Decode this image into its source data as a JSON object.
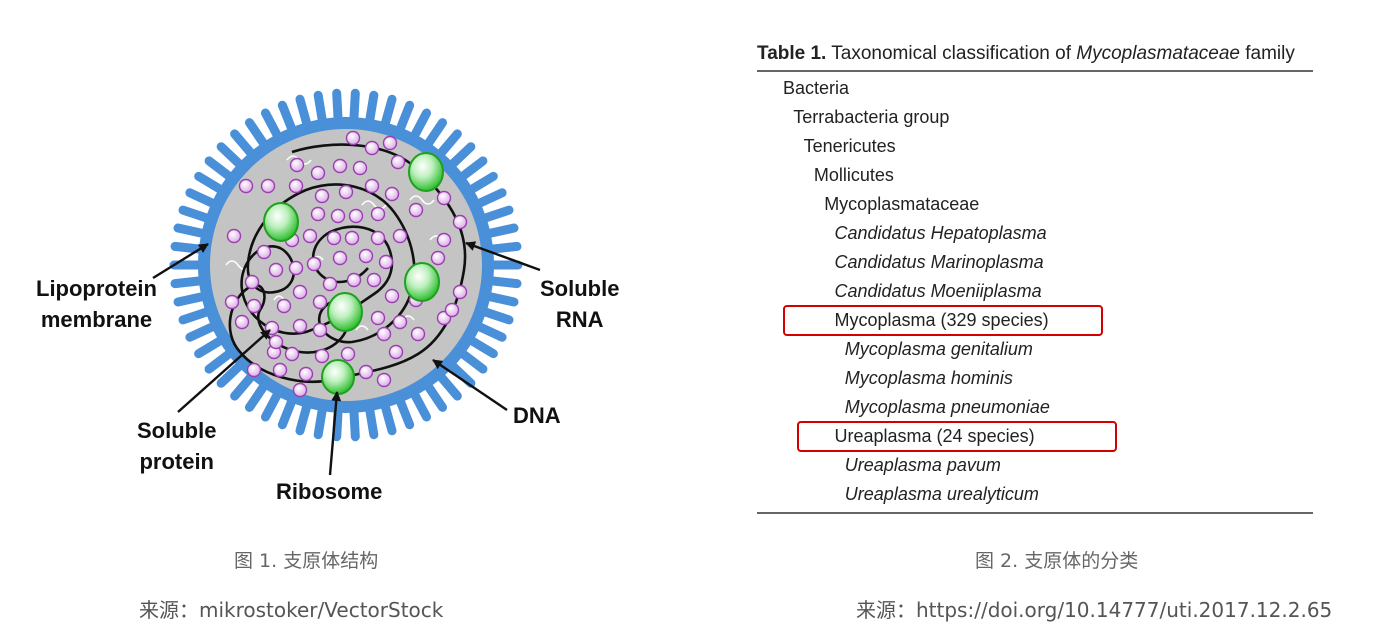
{
  "figure1": {
    "labels": {
      "membrane": [
        "Lipoprotein",
        "membrane"
      ],
      "rna": [
        "Soluble",
        "RNA"
      ],
      "protein": [
        "Soluble",
        "protein"
      ],
      "ribosome": "Ribosome",
      "dna": "DNA"
    },
    "caption": "图 1. 支原体结构",
    "source": "来源：mikrostoker/VectorStock",
    "colors": {
      "membrane": "#4a90d9",
      "cytoplasm": "#c4c4c4",
      "protein": "#cc88dd",
      "ribosome": "#33cc33",
      "dna": "#111111"
    }
  },
  "figure2": {
    "table_title_bold": "Table 1.",
    "table_title_pre": " Taxonomical classification of ",
    "table_title_italic": "Mycoplasmataceae",
    "table_title_post": " family",
    "rows": [
      {
        "text": "Bacteria",
        "level": 0,
        "italic": false
      },
      {
        "text": "Terrabacteria group",
        "level": 1,
        "italic": false
      },
      {
        "text": "Tenericutes",
        "level": 2,
        "italic": false
      },
      {
        "text": "Mollicutes",
        "level": 3,
        "italic": false
      },
      {
        "text": "Mycoplasmataceae",
        "level": 4,
        "italic": false
      },
      {
        "text": "Candidatus Hepatoplasma",
        "level": 5,
        "italic": true
      },
      {
        "text": "Candidatus Marinoplasma",
        "level": 5,
        "italic": true
      },
      {
        "text": "Candidatus Moeniiplasma",
        "level": 5,
        "italic": true
      },
      {
        "text": "Mycoplasma (329 species)",
        "level": 5,
        "italic": false,
        "highlight": true
      },
      {
        "text": "Mycoplasma genitalium",
        "level": 6,
        "italic": true
      },
      {
        "text": "Mycoplasma hominis",
        "level": 6,
        "italic": true
      },
      {
        "text": "Mycoplasma pneumoniae",
        "level": 6,
        "italic": true
      },
      {
        "text": "Ureaplasma (24 species)",
        "level": 5,
        "italic": false,
        "highlight": true
      },
      {
        "text": "Ureaplasma pavum",
        "level": 6,
        "italic": true
      },
      {
        "text": "Ureaplasma urealyticum",
        "level": 6,
        "italic": true
      }
    ],
    "caption": "图 2. 支原体的分类",
    "source": "来源：https://doi.org/10.14777/uti.2017.12.2.65",
    "highlight_color": "#d40000"
  }
}
